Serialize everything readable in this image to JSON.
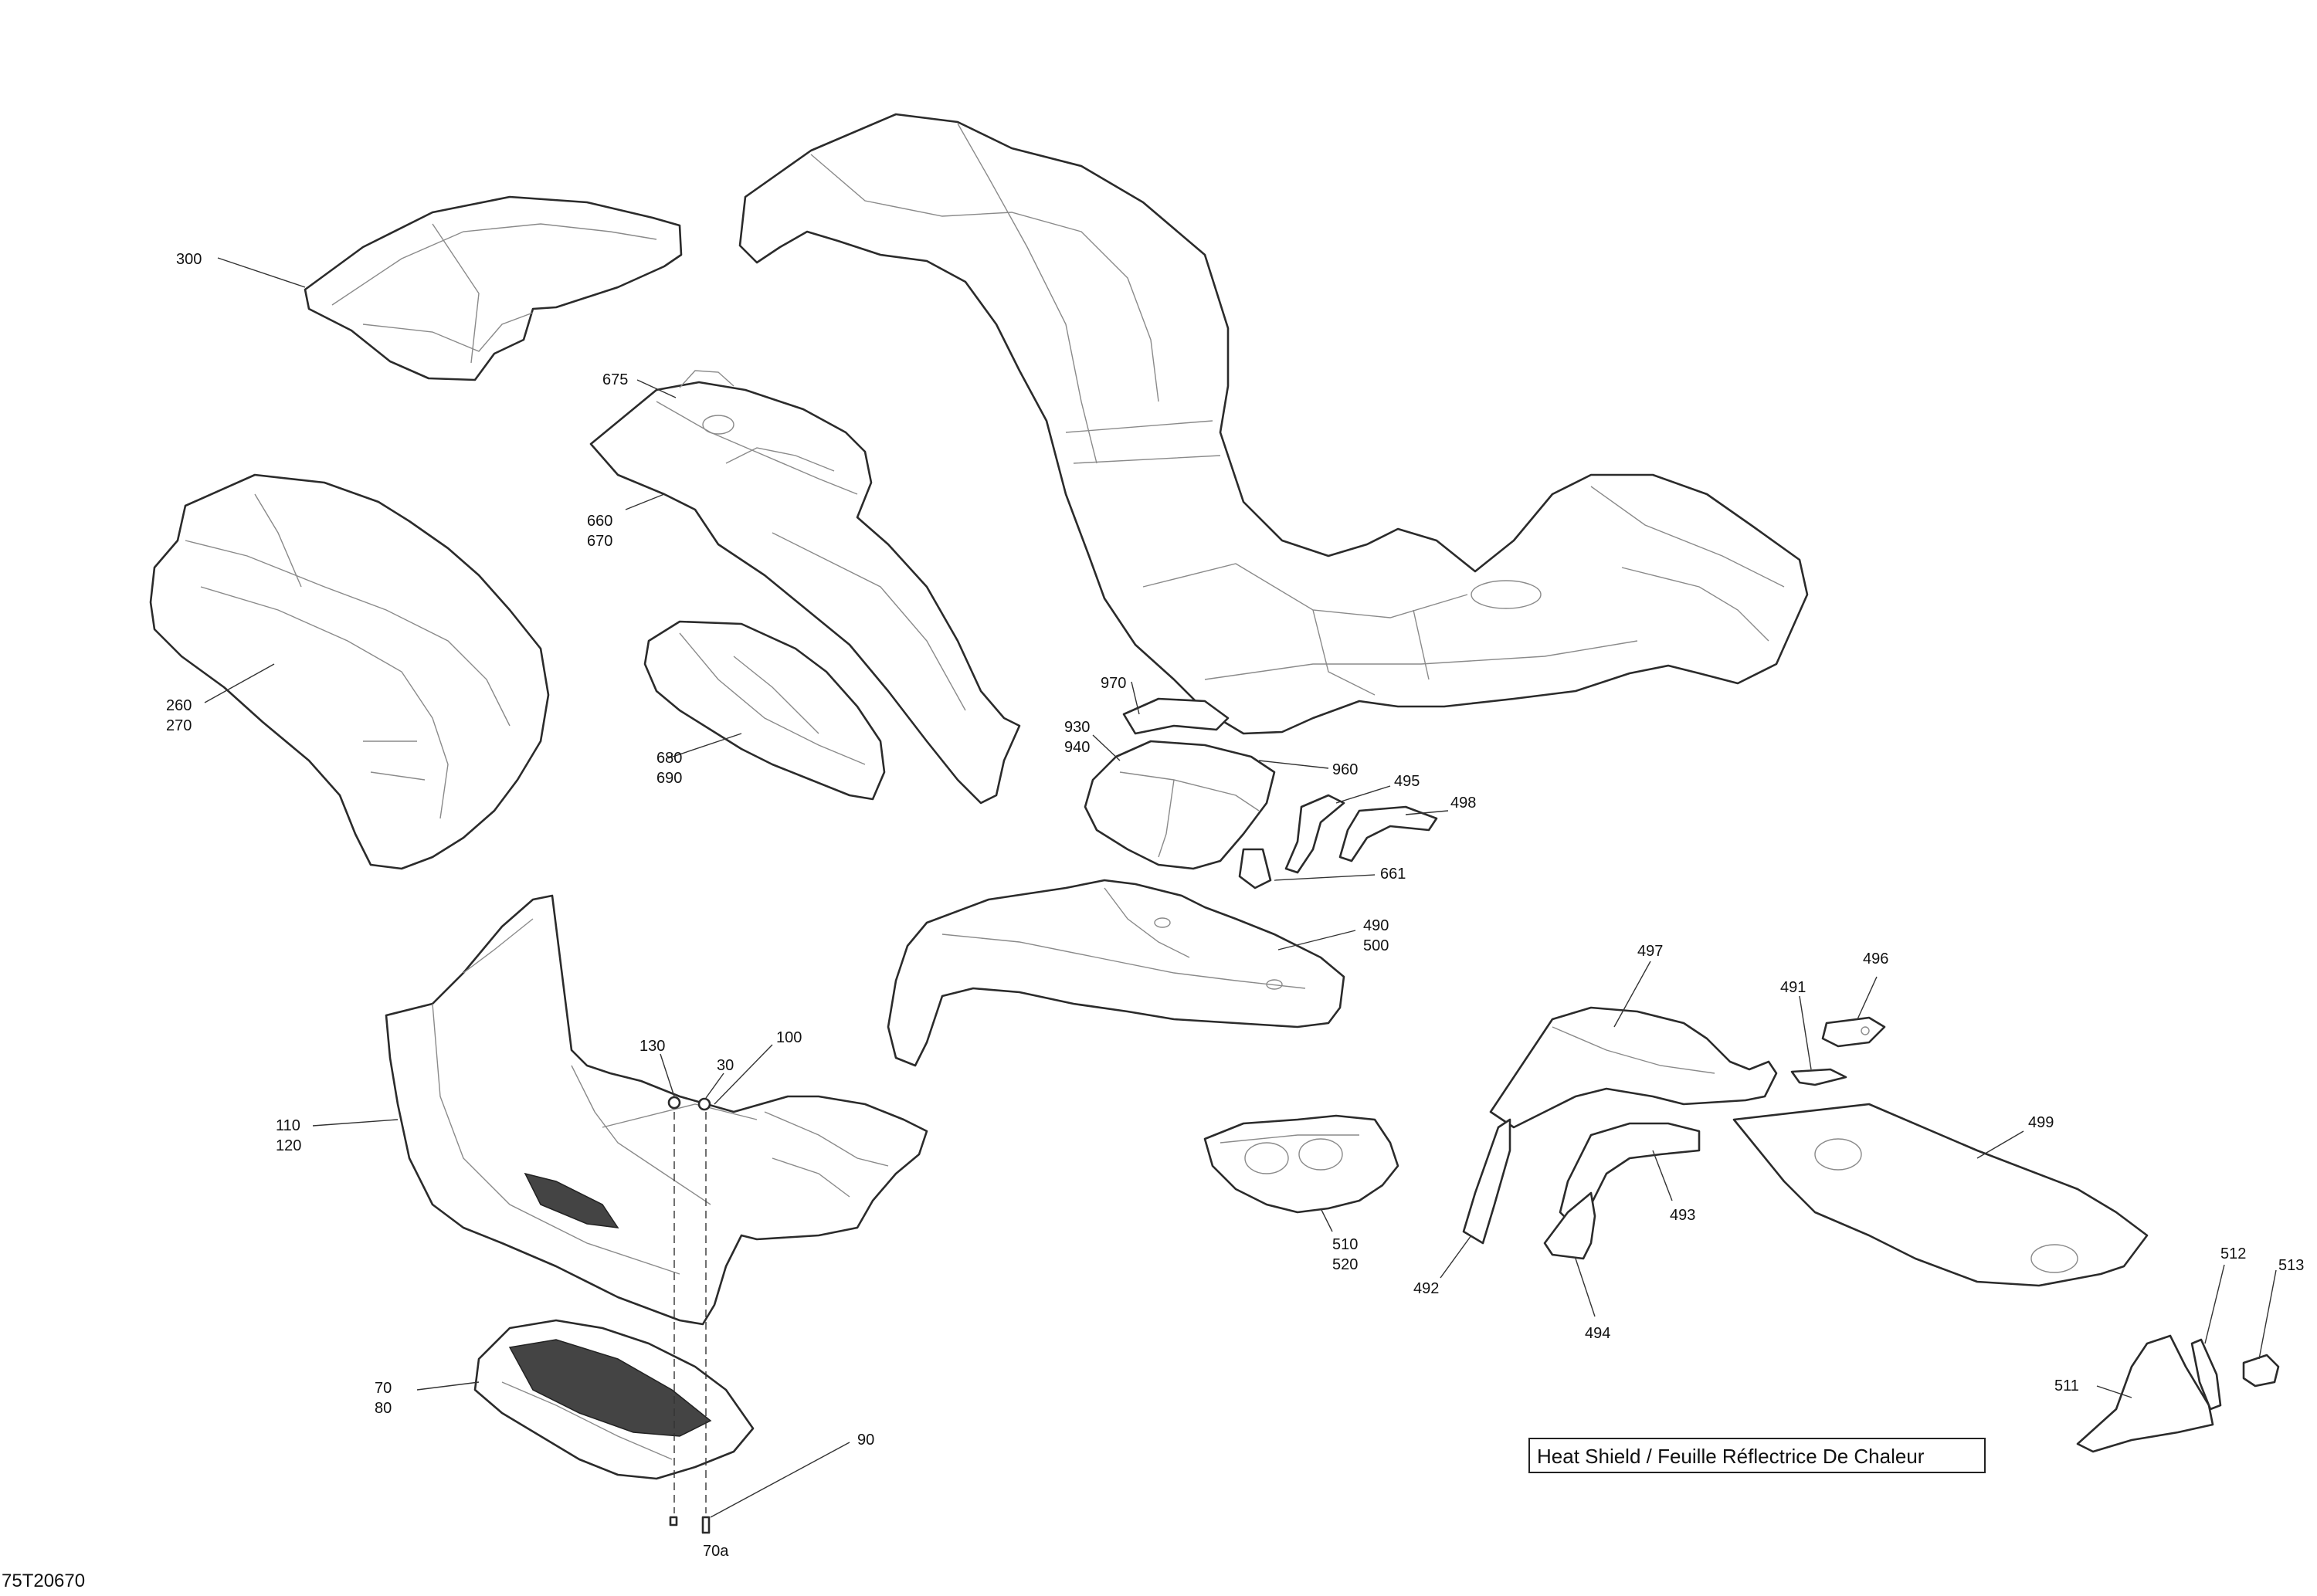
{
  "labels": {
    "l300": "300",
    "l675": "675",
    "l660": "660",
    "l670": "670",
    "l260": "260",
    "l270": "270",
    "l680": "680",
    "l690": "690",
    "l970": "970",
    "l930": "930",
    "l940": "940",
    "l960": "960",
    "l495": "495",
    "l498": "498",
    "l661": "661",
    "l490": "490",
    "l500": "500",
    "l497": "497",
    "l491": "491",
    "l496": "496",
    "l499": "499",
    "l493": "493",
    "l492": "492",
    "l494": "494",
    "l512": "512",
    "l513": "513",
    "l511": "511",
    "l130": "130",
    "l30": "30",
    "l100": "100",
    "l110": "110",
    "l120": "120",
    "l510": "510",
    "l520": "520",
    "l70": "70",
    "l80": "80",
    "l90": "90",
    "l70a": "70a"
  },
  "note": "Heat Shield / Feuille Réflectrice De Chaleur",
  "drawing_code": "75T20670"
}
